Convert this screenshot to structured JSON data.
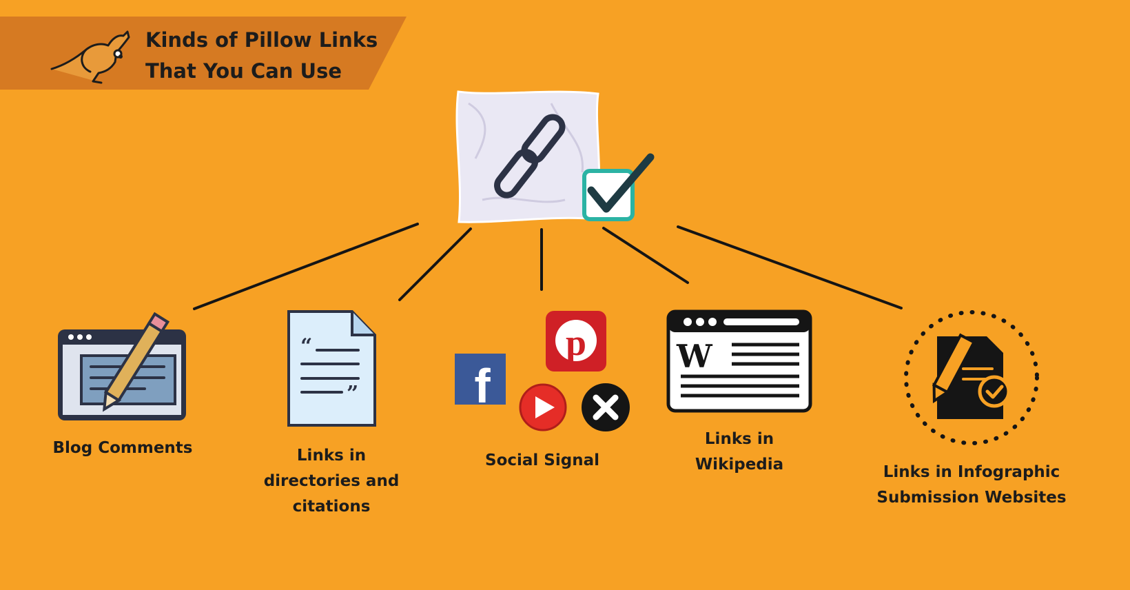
{
  "header": {
    "title_line1": "Kinds of Pillow Links",
    "title_line2": "That You Can Use",
    "logo_icon": "kangaroo-icon"
  },
  "center": {
    "icon": "pillow-chain-link-icon",
    "badge_icon": "checkmark-icon"
  },
  "items": [
    {
      "id": "blog-comments",
      "label_lines": [
        "Blog Comments"
      ],
      "icon": "browser-pencil-icon"
    },
    {
      "id": "directories",
      "label_lines": [
        "Links in",
        "directories and",
        "citations"
      ],
      "icon": "quote-document-icon"
    },
    {
      "id": "social",
      "label_lines": [
        "Social Signal"
      ],
      "icons": [
        "facebook-icon",
        "pinterest-icon",
        "youtube-icon",
        "x-icon"
      ]
    },
    {
      "id": "wikipedia",
      "label_lines": [
        "Links in",
        "Wikipedia"
      ],
      "icon": "wikipedia-browser-icon"
    },
    {
      "id": "infographic",
      "label_lines": [
        "Links in Infographic",
        "Submission Websites"
      ],
      "icon": "document-pen-check-icon"
    }
  ],
  "colors": {
    "background": "#f7a124",
    "banner": "#d67a22",
    "text": "#1c1c1c",
    "pinterest": "#cf2026",
    "facebook": "#3b5998",
    "youtube": "#e52d27",
    "check_teal": "#2bb3a4"
  }
}
